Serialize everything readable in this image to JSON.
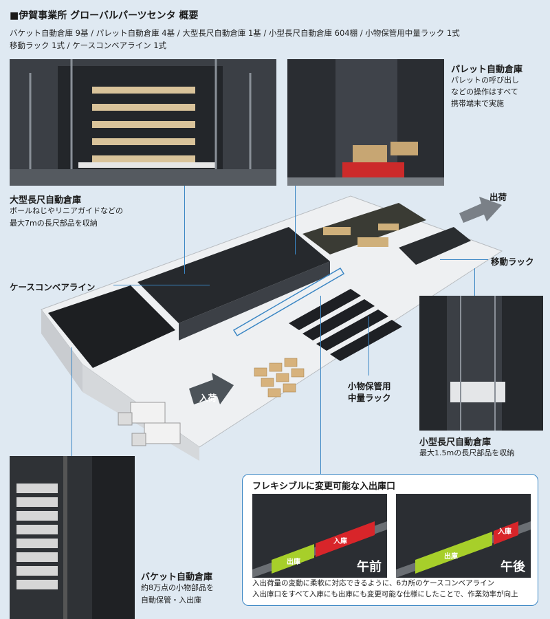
{
  "header": {
    "title": "■伊賀事業所 グローバルパーツセンタ 概要",
    "line1": "バケット自動倉庫 9基 / パレット自動倉庫 4基 / 大型長尺自動倉庫 1基 / 小型長尺自動倉庫 604棚 / 小物保管用中量ラック 1式",
    "line2": "移動ラック 1式 / ケースコンベアライン 1式"
  },
  "labels": {
    "pallet_title": "パレット自動倉庫",
    "pallet_desc": [
      "パレットの呼び出し",
      "などの操作はすべて",
      "携帯端末で実施"
    ],
    "large_title": "大型長尺自動倉庫",
    "large_desc": [
      "ボールねじやリニアガイドなどの",
      "最大7mの長尺部品を収納"
    ],
    "conveyor": "ケースコンベアライン",
    "shipping": "出荷",
    "receiving": "入荷",
    "mobile_rack": "移動ラック",
    "medium_rack": [
      "小物保管用",
      "中量ラック"
    ],
    "small_title": "小型長尺自動倉庫",
    "small_desc": "最大1.5mの長尺部品を収納",
    "bucket_title": "バケット自動倉庫",
    "bucket_desc": [
      "約8万点の小物部品を",
      "自動保管・入出庫"
    ]
  },
  "flex": {
    "title": "フレキシブルに変更可能な入出庫口",
    "before": {
      "out": "出庫",
      "in": "入庫",
      "time": "午前"
    },
    "after": {
      "out": "出庫",
      "in": "入庫",
      "time": "午後"
    },
    "note": [
      "入出荷量の変動に柔軟に対応できるように、6カ所のケースコンベアライン",
      "入出庫口をすべて入庫にも出庫にも変更可能な仕様にしたことで、作業効率が向上"
    ]
  },
  "colors": {
    "accent": "#3a86c4",
    "out_green": "#a7cf2a",
    "in_red": "#d8252a",
    "floor": "#e8eaec"
  }
}
